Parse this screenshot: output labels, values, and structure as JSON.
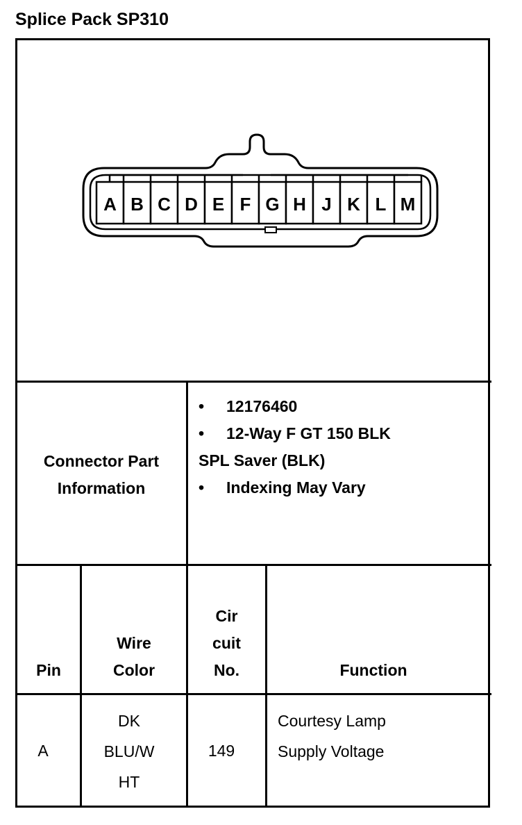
{
  "title": "Splice Pack SP310",
  "connector": {
    "pins": [
      "A",
      "B",
      "C",
      "D",
      "E",
      "F",
      "G",
      "H",
      "J",
      "K",
      "L",
      "M"
    ]
  },
  "info": {
    "label_line1": "Connector Part",
    "label_line2": "Information",
    "bullet": "•",
    "part_number": "12176460",
    "description_line1": "12-Way F GT 150 BLK",
    "description_line2": "SPL Saver (BLK)",
    "indexing": "Indexing May Vary"
  },
  "table": {
    "headers": {
      "pin": "Pin",
      "wire_line1": "Wire",
      "wire_line2": "Color",
      "circuit_line1": "Cir",
      "circuit_line2": "cuit",
      "circuit_line3": "No.",
      "function": "Function"
    },
    "rows": [
      {
        "pin": "A",
        "wire_line1": "DK",
        "wire_line2": "BLU/W",
        "wire_line3": "HT",
        "circuit": "149",
        "function_line1": "Courtesy Lamp",
        "function_line2": "Supply Voltage"
      }
    ]
  }
}
